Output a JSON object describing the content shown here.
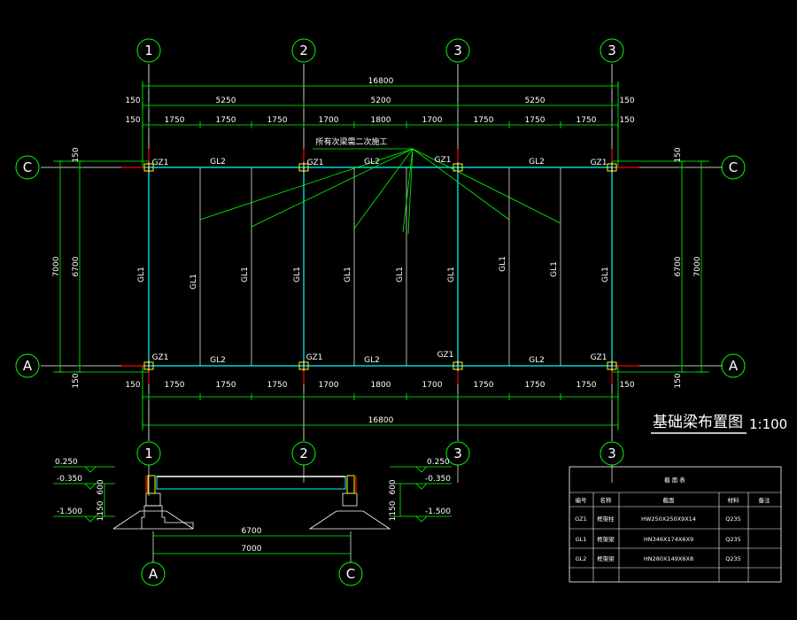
{
  "colors": {
    "background": "#000000",
    "dimension": "#00ff00",
    "grid": "#ffffff",
    "beam": "#00ffff",
    "column": "#ff0000",
    "accent": "#ffff00",
    "text": "#ffffff"
  },
  "axes": {
    "top": [
      "1",
      "2",
      "3",
      "3"
    ],
    "bottom": [
      "1",
      "2",
      "3",
      "3"
    ],
    "left": [
      "C",
      "A"
    ],
    "right": [
      "C",
      "A"
    ],
    "section": [
      "A",
      "C"
    ]
  },
  "dims": {
    "top_total": "16800",
    "top_middle": [
      "150",
      "5250",
      "5200",
      "5250",
      "150"
    ],
    "top_sub": [
      "150",
      "1750",
      "1750",
      "1750",
      "1700",
      "1800",
      "1700",
      "1750",
      "1750",
      "1750",
      "150"
    ],
    "bottom_sub": [
      "150",
      "1750",
      "1750",
      "1750",
      "1700",
      "1800",
      "1700",
      "1750",
      "1750",
      "1750",
      "150"
    ],
    "bottom_total": "16800",
    "left": [
      "150",
      "7000",
      "6700",
      "150"
    ],
    "right": [
      "150",
      "6700",
      "7000",
      "150"
    ]
  },
  "labels": {
    "note": "所有次梁需二次施工",
    "gz": [
      "GZ1",
      "GZ1",
      "GZ1",
      "GZ1",
      "GZ1",
      "GZ1",
      "GZ1",
      "GZ1"
    ],
    "gl2_top": [
      "GL2",
      "GL2",
      "GL2"
    ],
    "gl2_bottom": [
      "GL2",
      "GL2",
      "GL2"
    ],
    "gl1": [
      "GL1",
      "GL1",
      "GL1",
      "GL1",
      "GL1",
      "GL1",
      "GL1",
      "GL1",
      "GL1",
      "GL1"
    ]
  },
  "title": {
    "main": "基础梁布置图",
    "scale": "1:100"
  },
  "section": {
    "elev_left": [
      "0.250",
      "-0.350",
      "-1.500"
    ],
    "elev_right": [
      "0.250",
      "-0.350",
      "-1.500"
    ],
    "vdim_left": [
      "600",
      "1150"
    ],
    "vdim_right": [
      "600",
      "1150"
    ],
    "span1": "6700",
    "span2": "7000"
  },
  "table": {
    "title": "截 面 表",
    "headers": [
      "编号",
      "名称",
      "截面",
      "材料",
      "备注"
    ],
    "rows": [
      [
        "GZ1",
        "框架柱",
        "HW250X250X9X14",
        "Q235",
        ""
      ],
      [
        "GL1",
        "框架梁",
        "HN346X174X6X9",
        "Q235",
        ""
      ],
      [
        "GL2",
        "框架梁",
        "HN280X149X6X8",
        "Q235",
        ""
      ]
    ]
  }
}
